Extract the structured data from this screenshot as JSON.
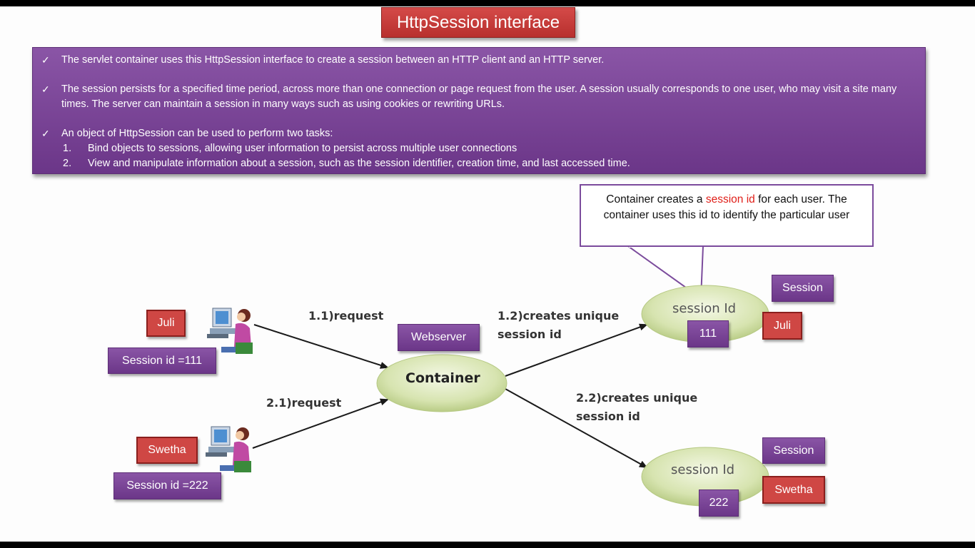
{
  "title": "HttpSession interface",
  "info": {
    "bullet1": "The servlet container uses this  HttpSession interface to create a session between an HTTP client and an HTTP server.",
    "bullet2": "The session persists for a specified time period, across more than one connection or page request from the user. A session usually corresponds to one user, who may visit a site many times. The server can maintain a session in many ways such as using cookies or rewriting URLs.",
    "bullet3": "An object of HttpSession can be used to perform two tasks:",
    "tasks": [
      {
        "num": "1.",
        "text": "Bind objects to sessions, allowing user information to persist across multiple user connections"
      },
      {
        "num": "2.",
        "text": "View and manipulate information about a session, such as the session identifier, creation time, and last accessed time."
      }
    ]
  },
  "callout": {
    "before": "Container creates  a ",
    "highlight": "session id",
    "after": " for each user. The container uses this id to identify the particular user"
  },
  "users": [
    {
      "name": "Juli",
      "session_label": "Session id  =111"
    },
    {
      "name": "Swetha",
      "session_label": "Session id  =222"
    }
  ],
  "arrows": {
    "req1": "1.1)request",
    "req2": "2.1)request",
    "create1_line1": "1.2)creates unique",
    "create1_line2": "session id",
    "create2_line1": "2.2)creates  unique",
    "create2_line2": "session id"
  },
  "webserver": "Webserver",
  "container": "Container",
  "sessions": [
    {
      "tag": "Session",
      "label": "session Id",
      "id": "111",
      "user": "Juli"
    },
    {
      "tag": "Session",
      "label": "session Id",
      "id": "222",
      "user": "Swetha"
    }
  ],
  "colors": {
    "purple": "#7b4498",
    "red": "#cf4744",
    "ellipse": "#d7e4b0",
    "highlight": "#e0201a"
  },
  "icons": [
    "user-at-computer-icon",
    "user-at-computer-icon"
  ]
}
